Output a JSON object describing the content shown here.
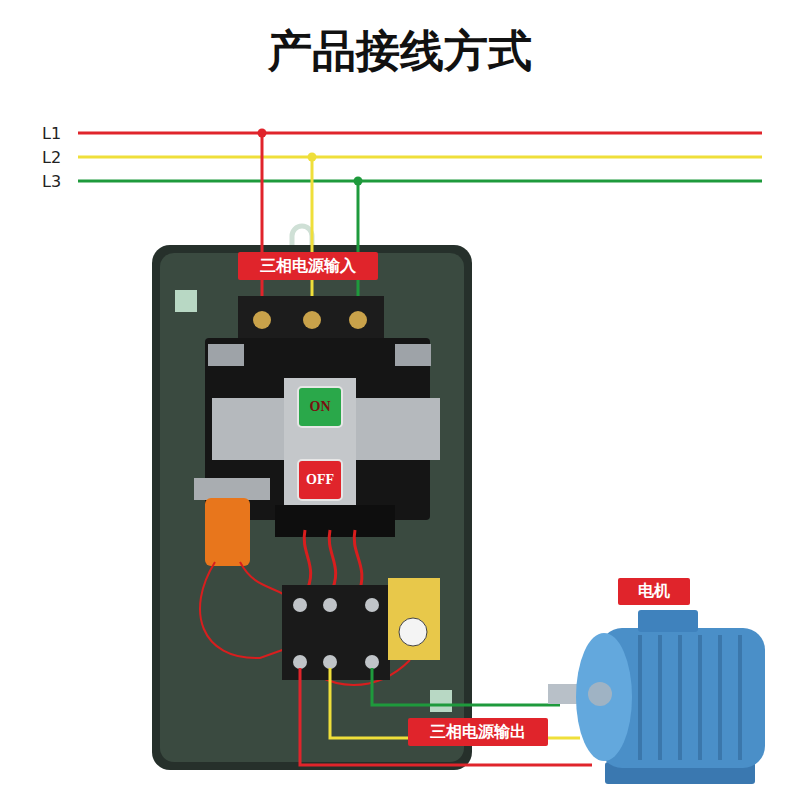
{
  "diagram": {
    "title": "产品接线方式",
    "nodes": [
      {
        "text": [
          "三相电源输入"
        ]
      },
      {
        "text": [
          "ON"
        ]
      },
      {
        "text": [
          "OFF"
        ]
      },
      {
        "text": [
          "三相电源输出"
        ]
      },
      {
        "text": [
          "电机"
        ]
      }
    ],
    "labels": [
      "L1",
      "L2",
      "L3"
    ]
  }
}
